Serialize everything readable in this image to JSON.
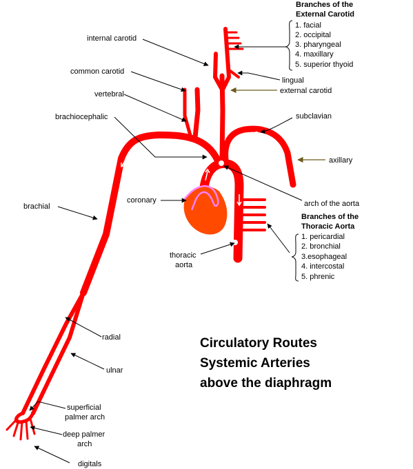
{
  "labels": {
    "internal_carotid": "internal carotid",
    "common_carotid": "common carotid",
    "vertebral": "vertebral",
    "brachiocephalic": "brachiocephalic",
    "brachial": "brachial",
    "coronary": "coronary",
    "thoracic_aorta_1": "thoracic",
    "thoracic_aorta_2": "aorta",
    "radial": "radial",
    "ulnar": "ulnar",
    "superficial_palmer_arch_1": "superficial",
    "superficial_palmer_arch_2": "palmer arch",
    "deep_palmer_arch_1": "deep palmer",
    "deep_palmer_arch_2": "arch",
    "digitals": "digitals",
    "lingual": "lingual",
    "external_carotid": "external carotid",
    "subclavian": "subclavian",
    "axillary": "axillary",
    "arch_of_aorta": "arch of the aorta"
  },
  "external_carotid_branches": {
    "title_1": "Branches of the",
    "title_2": "External Carotid",
    "items": [
      "1. facial",
      "2. occipital",
      "3. pharyngeal",
      "4. maxillary",
      "5. superior thyoid"
    ]
  },
  "thoracic_aorta_branches": {
    "title_1": "Branches of the",
    "title_2": "Thoracic Aorta",
    "items": [
      "1. pericardial",
      "2. bronchial",
      "3.esophageal",
      "4. intercostal",
      "5. phrenic"
    ]
  },
  "main_title": {
    "line_1": "Circulatory Routes",
    "line_2": "Systemic Arteries",
    "line_3": "above the diaphragm"
  },
  "colors": {
    "artery": "#ff0000",
    "heart": "#ff4a00",
    "heart_vessel": "#ff80ff"
  }
}
